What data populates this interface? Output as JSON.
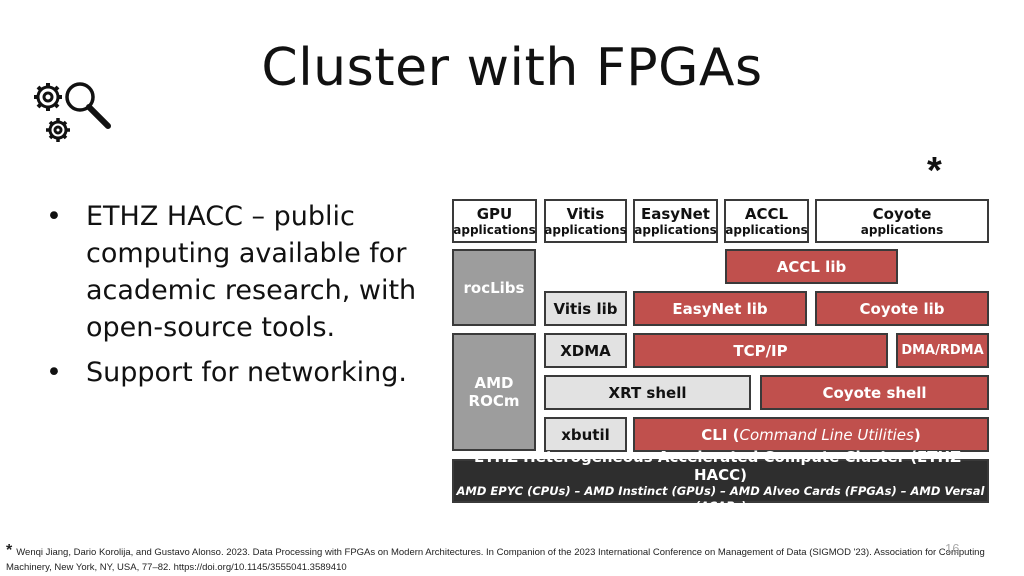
{
  "title": "Cluster with FPGAs",
  "citation_marker": "*",
  "bullets": [
    "ETHZ HACC – public computing available for academic research, with open-source tools.",
    "Support for networking."
  ],
  "diagram": {
    "apps": [
      {
        "line1": "GPU",
        "line2": "applications"
      },
      {
        "line1": "Vitis",
        "line2": "applications"
      },
      {
        "line1": "EasyNet",
        "line2": "applications"
      },
      {
        "line1": "ACCL",
        "line2": "applications"
      },
      {
        "line1": "Coyote",
        "line2": "applications"
      }
    ],
    "roclibs": "rocLibs",
    "amd_rocm_1": "AMD",
    "amd_rocm_2": "ROCm",
    "accl_lib": "ACCL lib",
    "vitis_lib": "Vitis lib",
    "easynet_lib": "EasyNet lib",
    "coyote_lib": "Coyote lib",
    "xdma": "XDMA",
    "tcpip": "TCP/IP",
    "dma_rdma": "DMA/RDMA",
    "xrt_shell": "XRT shell",
    "coyote_shell": "Coyote shell",
    "xbutil": "xbutil",
    "cli_prefix": "CLI (",
    "cli_italic": "Command Line Utilities",
    "cli_suffix": ")",
    "hacc_title": "ETHZ Heterogeneous Accelerated Compute Cluster (ETHZ-HACC)",
    "hacc_sub": "AMD EPYC (CPUs) – AMD Instinct (GPUs) – AMD Alveo Cards (FPGAs) – AMD Versal (ACAPs)"
  },
  "footnote_marker": "*",
  "footnote": "Wenqi Jiang, Dario Korolija, and Gustavo Alonso. 2023. Data Processing with FPGAs on Modern Architectures. In Companion of the 2023 International Conference on Management of Data (SIGMOD '23). Association for Computing Machinery, New York, NY, USA, 77–82. https://doi.org/10.1145/3555041.3589410",
  "page_number": "16",
  "colors": {
    "red": "#c0504d",
    "grey": "#9d9d9d",
    "light": "#e2e2e2",
    "dark": "#2e2e2e"
  },
  "logo_icon": "gears-magnifier-icon"
}
